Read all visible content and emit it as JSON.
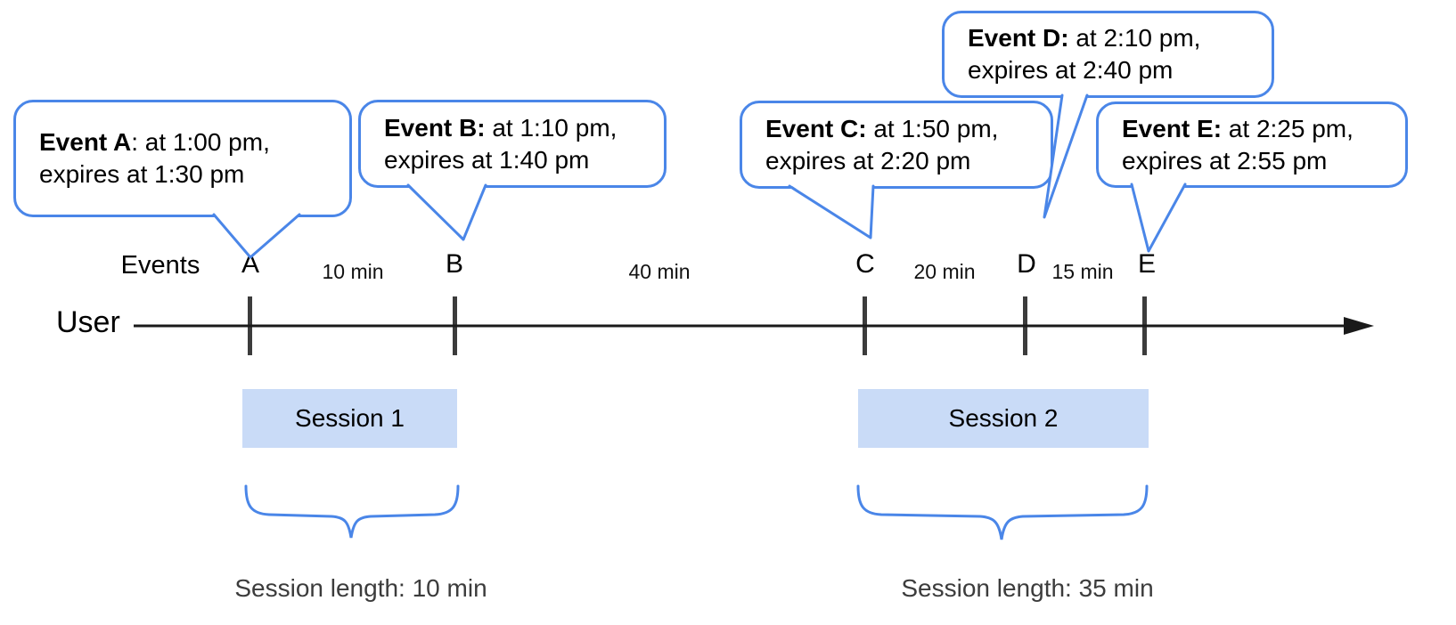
{
  "colors": {
    "accent_blue": "#4a86e8",
    "session_fill": "#c9dbf7",
    "axis_black": "#1a1a1a"
  },
  "bubbles": [
    {
      "bold": "Event A",
      "rest": ": at 1:00 pm,",
      "line2": "expires at 1:30 pm"
    },
    {
      "bold": "Event B:",
      "rest": " at 1:10 pm,",
      "line2": "expires at 1:40 pm"
    },
    {
      "bold": "Event C:",
      "rest": " at 1:50 pm,",
      "line2": "expires at 2:20 pm"
    },
    {
      "bold": "Event D:",
      "rest": " at 2:10 pm,",
      "line2": "expires at 2:40 pm"
    },
    {
      "bold": "Event E:",
      "rest": " at 2:25 pm,",
      "line2": "expires at 2:55 pm"
    }
  ],
  "timeline": {
    "axis_label": "Events",
    "user_label": "User",
    "ticks": [
      "A",
      "B",
      "C",
      "D",
      "E"
    ],
    "gaps": [
      "10 min",
      "40 min",
      "20 min",
      "15 min"
    ]
  },
  "sessions": [
    {
      "label": "Session 1",
      "length_label": "Session length: 10 min"
    },
    {
      "label": "Session 2",
      "length_label": "Session length: 35 min"
    }
  ]
}
